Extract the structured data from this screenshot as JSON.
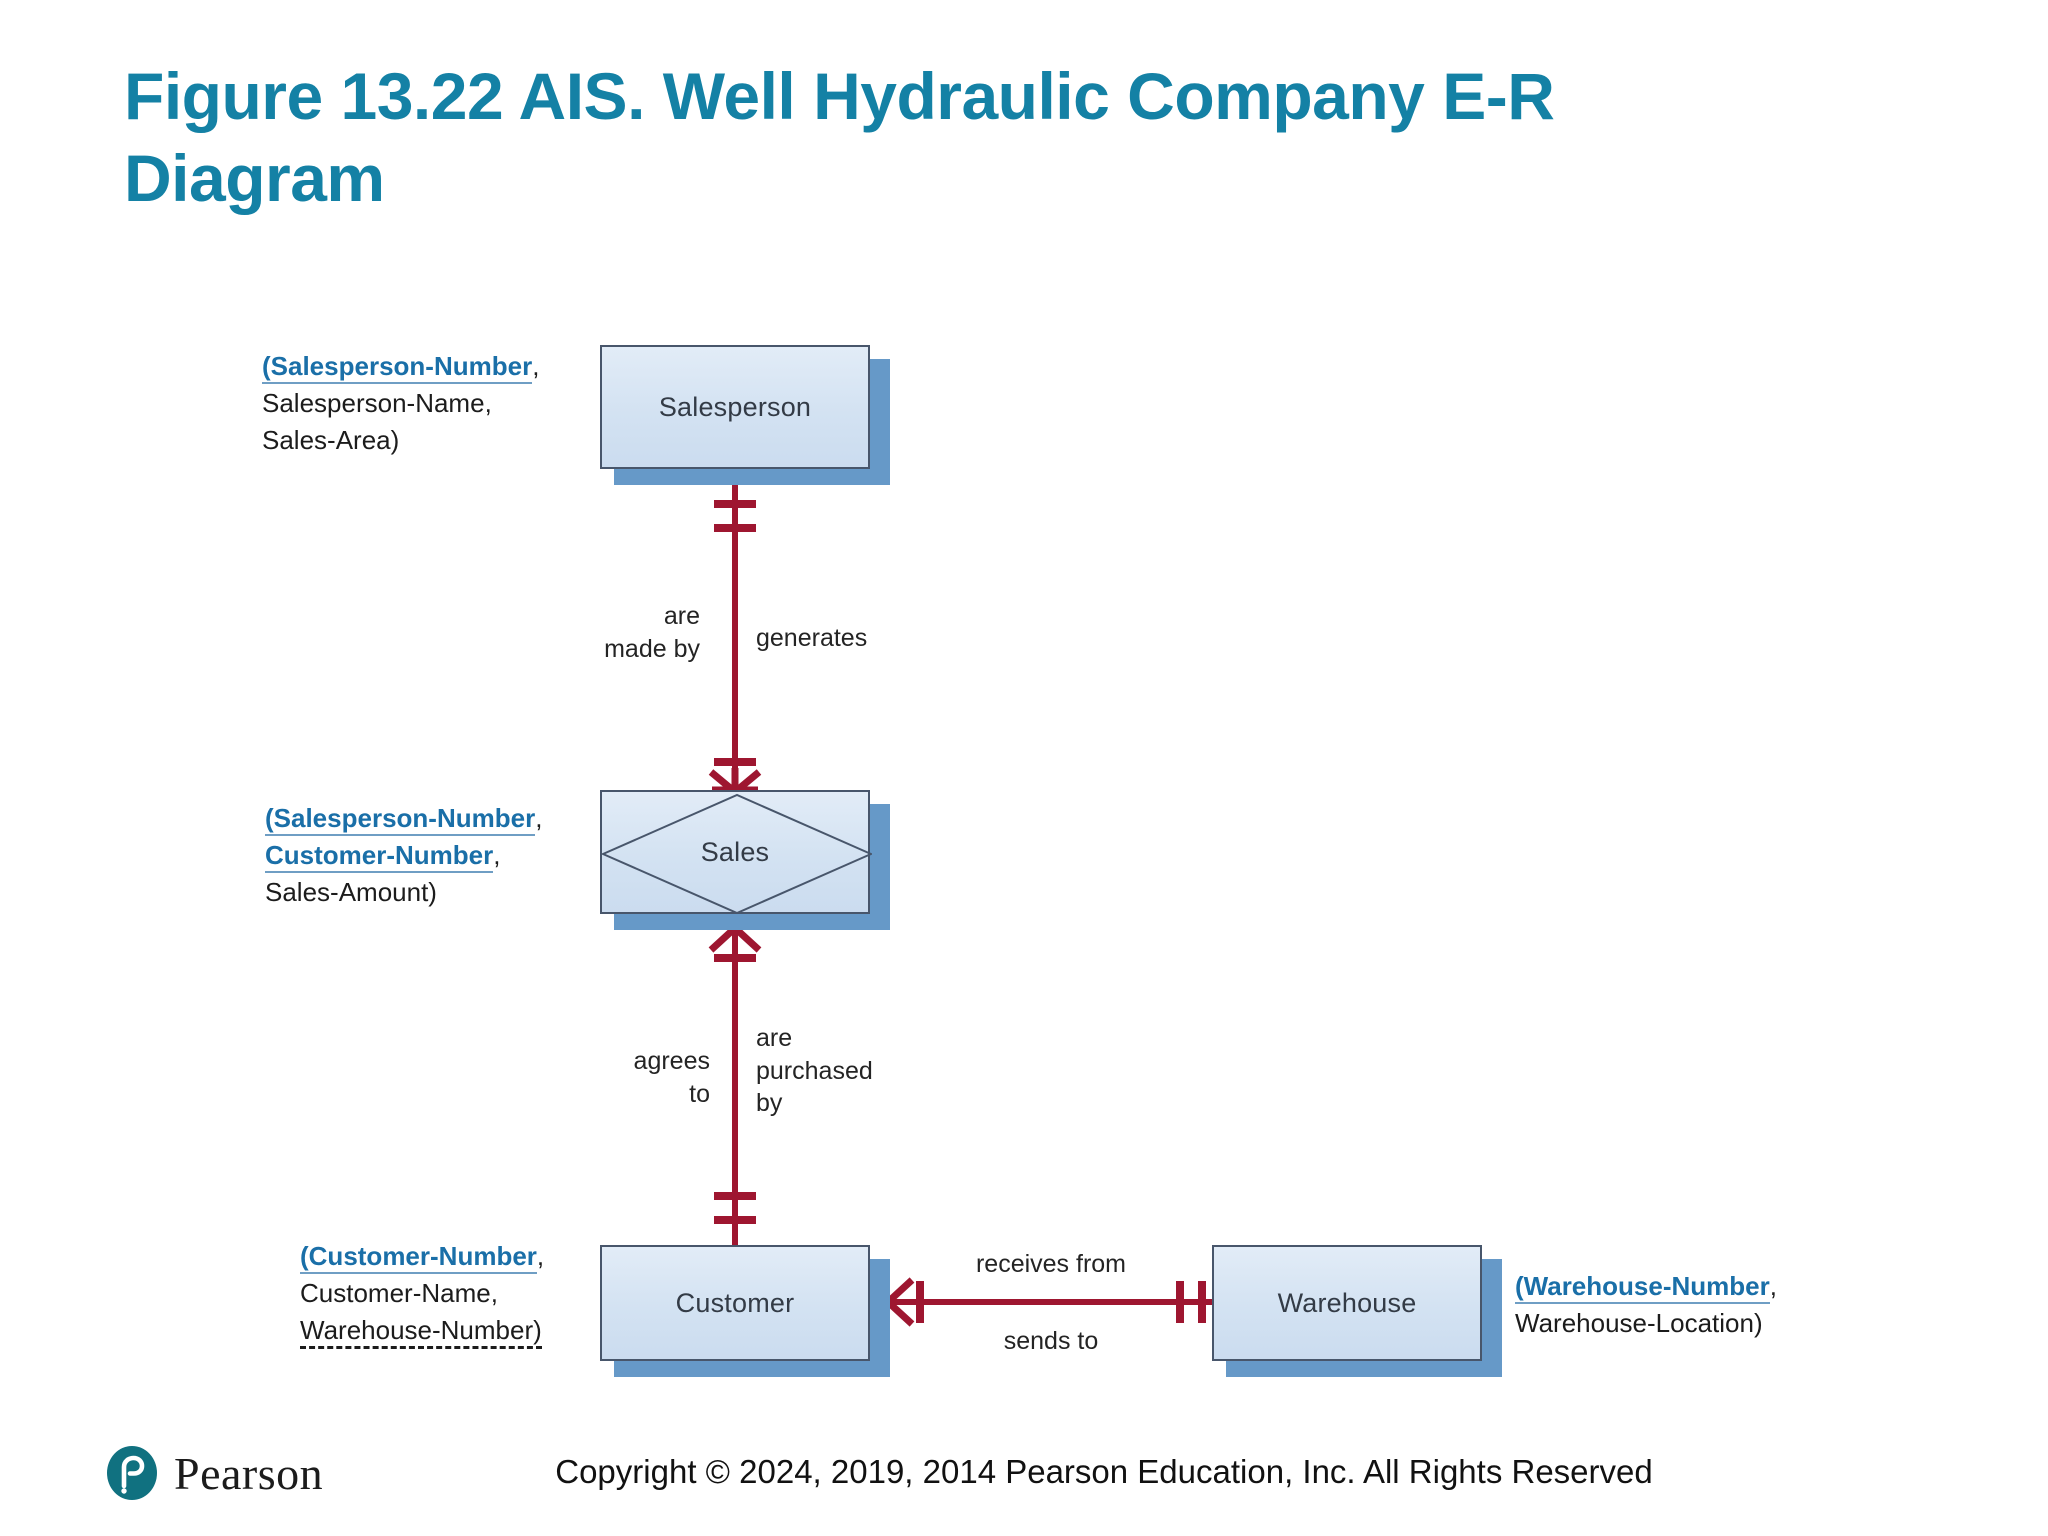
{
  "slide": {
    "title": "Figure 13.22 AIS. Well Hydraulic Company E-R Diagram"
  },
  "diagram": {
    "type": "entity-relationship-diagram",
    "entities": [
      {
        "id": "salesperson",
        "label": "Salesperson",
        "shape": "rectangle",
        "attributes": [
          {
            "text": "(Salesperson-Number",
            "key": "primary",
            "suffix": ","
          },
          {
            "text": "Salesperson-Name",
            "key": "none",
            "suffix": ","
          },
          {
            "text": "Sales-Area)",
            "key": "none",
            "suffix": ""
          }
        ]
      },
      {
        "id": "sales",
        "label": "Sales",
        "shape": "associative-diamond",
        "attributes": [
          {
            "text": "(Salesperson-Number",
            "key": "primary",
            "suffix": ","
          },
          {
            "text": "Customer-Number",
            "key": "primary",
            "suffix": ","
          },
          {
            "text": "Sales-Amount)",
            "key": "none",
            "suffix": ""
          }
        ]
      },
      {
        "id": "customer",
        "label": "Customer",
        "shape": "rectangle",
        "attributes": [
          {
            "text": "(Customer-Number",
            "key": "primary",
            "suffix": ","
          },
          {
            "text": "Customer-Name",
            "key": "none",
            "suffix": ","
          },
          {
            "text": "Warehouse-Number)",
            "key": "foreign",
            "suffix": ""
          }
        ]
      },
      {
        "id": "warehouse",
        "label": "Warehouse",
        "shape": "rectangle",
        "attributes": [
          {
            "text": "(Warehouse-Number",
            "key": "primary",
            "suffix": ","
          },
          {
            "text": "Warehouse-Location)",
            "key": "none",
            "suffix": ""
          }
        ]
      }
    ],
    "relationships": [
      {
        "id": "salesperson-sales",
        "from": "salesperson",
        "to": "sales",
        "from_label": "generates",
        "to_label": "are\nmade by",
        "left_label_line1": "are",
        "left_label_line2": "made by",
        "right_label_line1": "generates",
        "from_cardinality": "exactly-one",
        "to_cardinality": "one-or-many"
      },
      {
        "id": "sales-customer",
        "from": "sales",
        "to": "customer",
        "left_label_line1": "agrees",
        "left_label_line2": "to",
        "right_label_line1": "are",
        "right_label_line2": "purchased",
        "right_label_line3": "by",
        "from_cardinality": "one-or-many",
        "to_cardinality": "exactly-one"
      },
      {
        "id": "customer-warehouse",
        "from": "customer",
        "to": "warehouse",
        "top_label": "receives from",
        "bottom_label": "sends to",
        "from_cardinality": "one-or-many",
        "to_cardinality": "exactly-one"
      }
    ]
  },
  "footer": {
    "logo_name": "Pearson",
    "copyright": "Copyright © 2024, 2019, 2014 Pearson Education, Inc. All Rights Reserved"
  },
  "colors": {
    "title": "#1481A5",
    "entity_fill": "#d7e4f3",
    "entity_border": "#48566b",
    "entity_shadow": "#6699c8",
    "connector": "#9e1630",
    "primary_key": "#1a6fa8",
    "logo": "#107180"
  }
}
